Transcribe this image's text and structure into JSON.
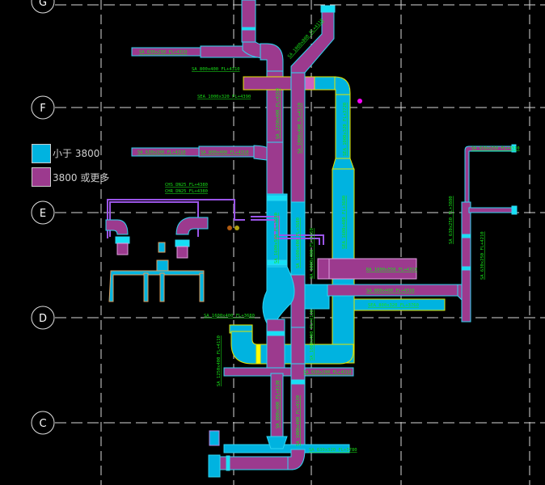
{
  "grid_labels": [
    "G",
    "F",
    "E",
    "D",
    "C"
  ],
  "legend": [
    {
      "label": "小于 3800",
      "color": "#00b3e0"
    },
    {
      "label": "3800 或更多",
      "color": "#9c3a8e"
    }
  ],
  "duct_labels": {
    "l1": "SA 630x250 FL+4310",
    "l2": "SA 800x400 FL+4310",
    "l3": "SEA 1000x320 FL+4390",
    "l4": "SA 1000x800 FL+4110",
    "l5": "SA 1250x400 FL+4150",
    "l6": "SA 1000x400 FL+4110",
    "l7": "SEA 1000x320 FL+3720",
    "l8": "SA 630x200 FL+4310",
    "l9": "SA 800x400 FL+4310",
    "l10": "CHS DN25 FL+4380",
    "l11": "CHR DN25 FL+4380",
    "l12": "SA 1600x500 FL+3680",
    "l13": "SA 1600x400 FL+3680",
    "l14": "SA 1000x400 FL+4150",
    "l15": "SEA 1600x400 FL+3680",
    "l16": "RA 1600x550 FL+4310",
    "l17": "SA 800x400 FL+4310",
    "l18": "SEA 800x320 FL+3760",
    "l19": "SA 630x250 FL+3880",
    "l20": "SA 630x250 FL+4210",
    "l21": "SA 630x250 FL+4310",
    "l22": "SA 1600x400 FL+3680",
    "l23": "SA 1250x400 FL+4110",
    "l24": "SA 630x200 FL+4310",
    "l25": "SA 800x400 FL+4130",
    "l26": "SA 1000x400 FL+4130",
    "l27": "SA 630x320 FL+3780",
    "l28": "SA 1000x400 FL+4130"
  },
  "colors": {
    "duct_large": "#9c3a8e",
    "duct_small": "#00b3e0",
    "text": "#18e018",
    "pipe": "#9b55e8"
  }
}
